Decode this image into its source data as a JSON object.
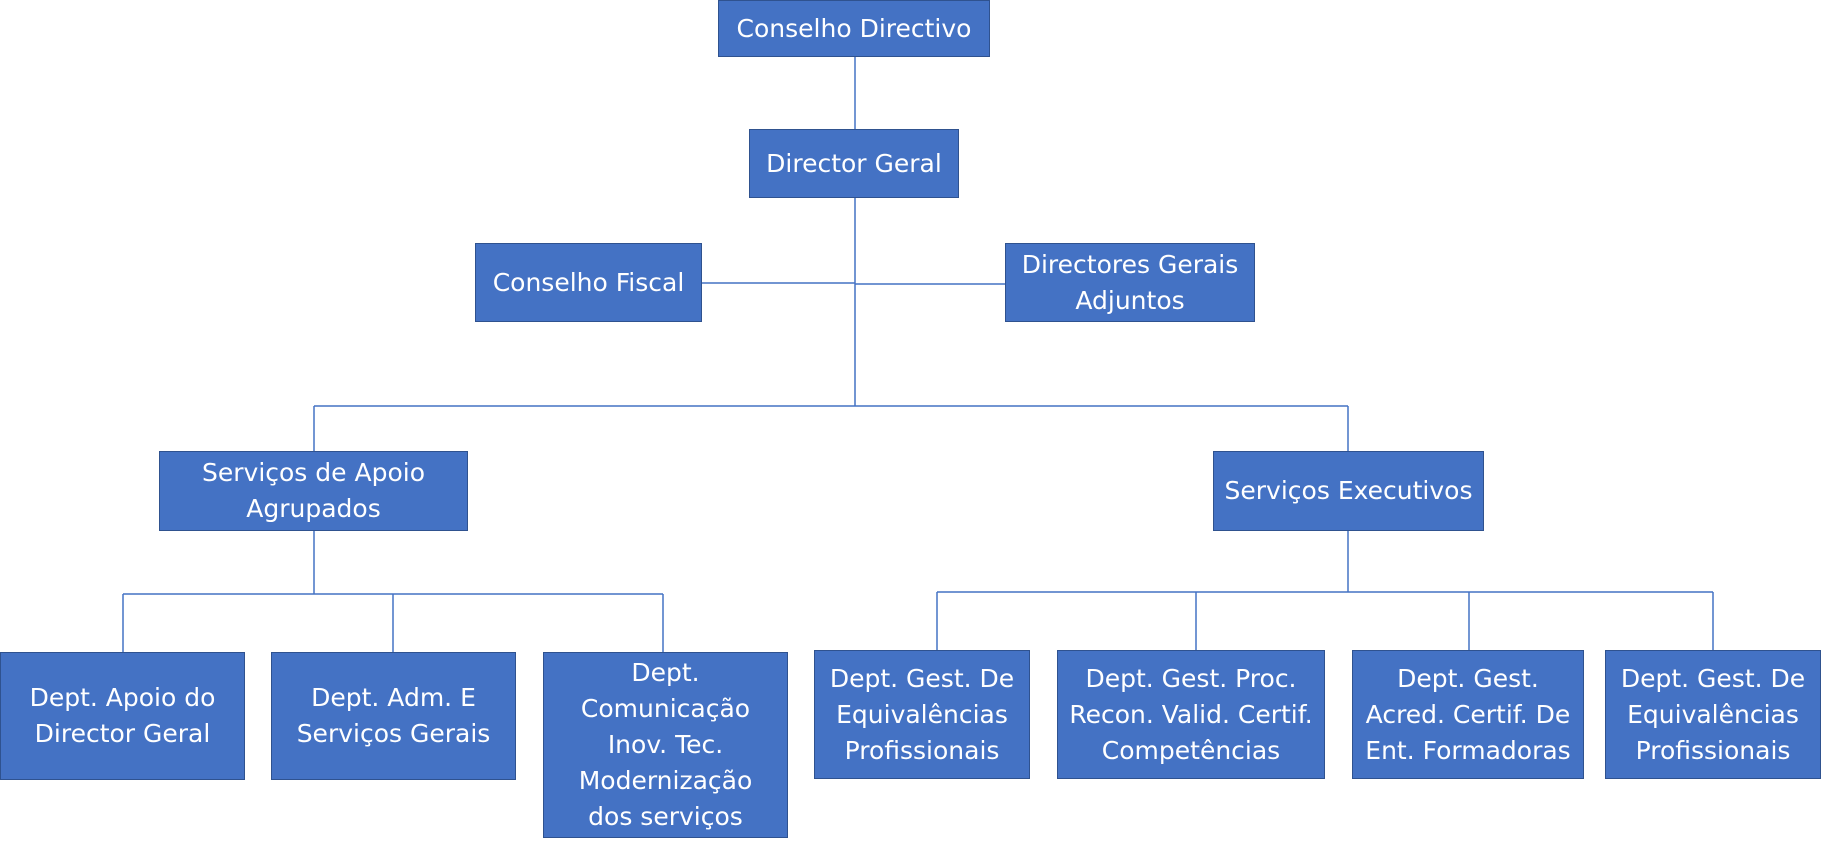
{
  "nodes": {
    "conselho_directivo": "Conselho Directivo",
    "director_geral": "Director Geral",
    "conselho_fiscal": "Conselho Fiscal",
    "directores_gerais_adjuntos": "Directores Gerais\nAdjuntos",
    "servicos_apoio": "Serviços de Apoio\nAgrupados",
    "servicos_executivos": "Serviços Executivos",
    "dept_apoio_director": "Dept. Apoio do\nDirector Geral",
    "dept_adm_servicos": "Dept. Adm. E\nServiços Gerais",
    "dept_comunicacao": "Dept.\nComunicação\nInov. Tec.\nModernização\ndos serviços",
    "dept_gest_equiv_1": "Dept. Gest. De\nEquivalências\nProfissionais",
    "dept_gest_proc": "Dept. Gest. Proc.\nRecon. Valid. Certif.\nCompetências",
    "dept_gest_acred": "Dept. Gest.\nAcred. Certif. De\nEnt. Formadoras",
    "dept_gest_equiv_2": "Dept. Gest. De\nEquivalências\nProfissionais"
  },
  "colors": {
    "box_fill": "#4472C4",
    "box_border": "#2F528F",
    "connector": "#4472C4",
    "text": "#FFFFFF"
  }
}
